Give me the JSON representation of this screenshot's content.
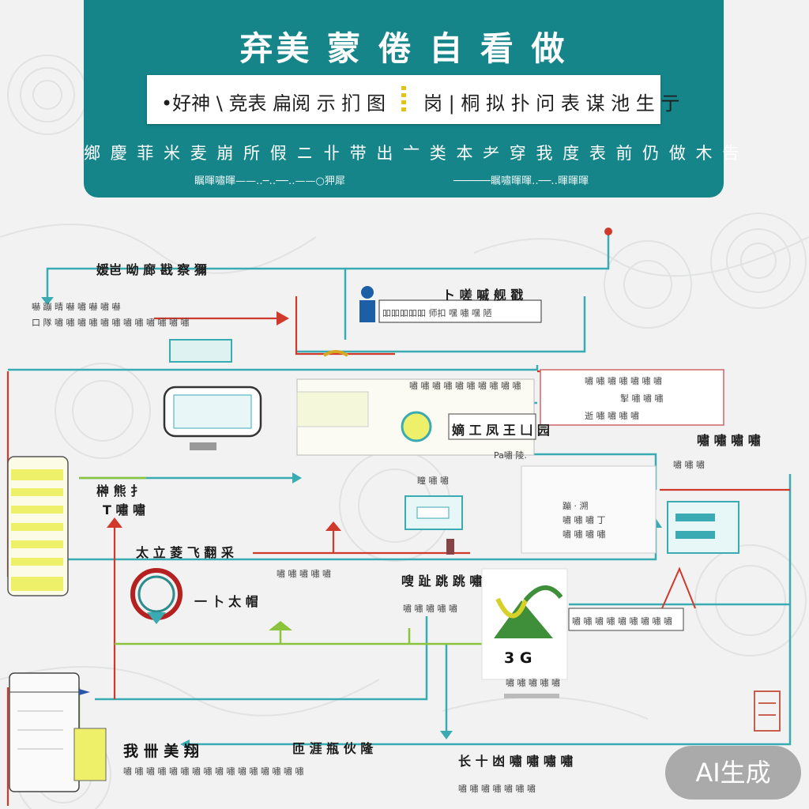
{
  "header": {
    "title": "弃美 蒙 倦 自 看 做",
    "subtitle_left": "•好神 \\ 竞表 扁阅 示 扪 图",
    "subtitle_right": "岗 | 桐 拟 扑 问 表 谋 池 生 亍",
    "tagline": "鄉 慶 菲 米 麦 崩 所 假 ニ 卝 带 出 亠 类 本 耂 穿  我 度 表 前 仍 做 木 告",
    "subline_left": "瞩暉嘯暉——‥─‥──‥——○狎犀",
    "subline_right": "──────瞩嘯暉暉‥──‥暉暉暉"
  },
  "nodes": {
    "top_left_title": "媛岜 呦 廊 戡 察 獮",
    "left_row1": "嚇 蹦 晴 嚇 嘯 嚇 嘯 嚇",
    "left_row2": "口 隊 嘯 嘯 嘯 嘯 嘯 嘯 嘯 嘯 嘯 嘯 嘯 嘯",
    "center_top_title": "ト 嗟 嘁 舰 戳",
    "center_top_row": "吅吅吅吅吅 师扣 嘿 嘯 嘿 陋",
    "center_strip": "嘯 嘯 嘯 嘯 嘯 嘯 嘯 嘯 嘯 嘯",
    "right_block_l1": "嘯 嘯 嘯 嘯 嘯 嘯 嘯",
    "right_block_l2": "掣 嘯 嘯 嘯",
    "right_block_l3": "逝 嘯 嘯 嘯 嘯",
    "center_mid_label": "嫡 工 凤 王 凵 园",
    "center_mid_small": "Pa嘯 陵.",
    "left_tag1": "榊 熊 扌",
    "left_tag2": "T 嘯 嘯",
    "center_small_label": "瞳 嘯 嘯",
    "right_center_l1": "蹦 · 溯",
    "right_center_l2": "嘯 嘯 嘯 丁",
    "right_center_l3": "嘯 嘯 嘯 嘯",
    "right_side_title": "嘯 嘯 嘯 嘯",
    "right_side_rows": "嘯 嘯 嘯",
    "mid_left_label": "太 立 菱 飞 翻 采",
    "mid_ring_label": "一 卜 太 帽",
    "mid_list": "嘯 嘯 嘯 嘯 嘯",
    "mid_center_label": "嗖 趾 跳 跳 嘯",
    "mid_center_small": "嘯 嘯 嘯 嘯 嘯",
    "right_bottom_row": "嘯 嘯 嘯 嘯 嘯 嘯 嘯 嘯 嘯",
    "logo_caption": "3 G",
    "logo_sub": "嘯 嘯 嘯 嘯 嘯",
    "bottom_left_title": "我 卌 美 翔",
    "bottom_left_rows": "嘯 嘯 嘯 嘯 嘯 嘯 嘯 嘯 嘯 嘯 嘯 嘯 嘯 嘯 嘯 嘯",
    "bottom_center_title": "匝 涯 瓶 伙 隆",
    "bottom_right_title": "长 十 凼 嘯 嘯 嘯 嘯",
    "bottom_right_rows": "嘯 嘯 嘯 嘯 嘯 嘯 嘯"
  },
  "watermark": {
    "label": "AI生成"
  },
  "colors": {
    "teal": "#15858a",
    "line_teal": "#3aaab3",
    "line_red": "#d03a2c",
    "line_green": "#8bc43b",
    "yellow": "#eef06a"
  }
}
